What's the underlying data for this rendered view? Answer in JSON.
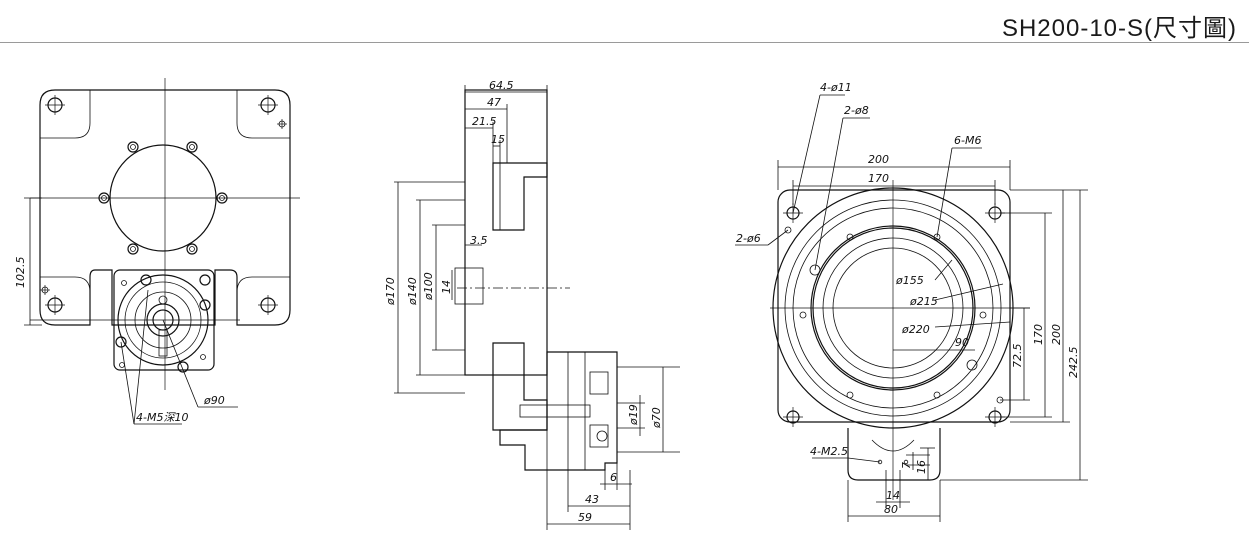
{
  "header": {
    "title": "SH200-10-S(尺寸圖)"
  },
  "front_view": {
    "dim_height": "102.5",
    "dim_bore": "ø90",
    "dim_tap": "4-M5深10"
  },
  "side_view": {
    "dim_645": "64.5",
    "dim_47": "47",
    "dim_215": "21.5",
    "dim_15": "15",
    "dim_35": "3.5",
    "dim_14": "14",
    "dim_d170": "ø170",
    "dim_d140": "ø140",
    "dim_d100": "ø100",
    "dim_d19": "ø19",
    "dim_d70": "ø70",
    "dim_6": "6",
    "dim_43": "43",
    "dim_59": "59"
  },
  "top_view": {
    "dim_4d11": "4-ø11",
    "dim_2d8": "2-ø8",
    "dim_6m6": "6-M6",
    "dim_2d6": "2-ø6",
    "dim_200w": "200",
    "dim_170w": "170",
    "dim_d155": "ø155",
    "dim_d215": "ø215",
    "dim_d220": "ø220",
    "dim_90": "90",
    "dim_725": "72.5",
    "dim_170h": "170",
    "dim_200h": "200",
    "dim_2425": "242.5",
    "dim_4m25": "4-M2.5",
    "dim_7": "7",
    "dim_16": "16",
    "dim_14b": "14",
    "dim_80": "80"
  }
}
